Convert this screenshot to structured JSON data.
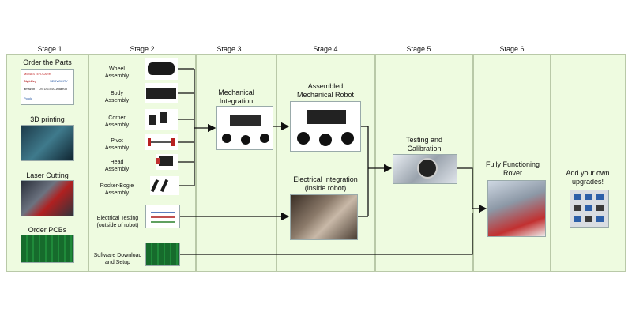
{
  "stages": [
    "Stage 1",
    "Stage 2",
    "Stage 3",
    "Stage 4",
    "Stage 5",
    "Stage 6"
  ],
  "stage1": {
    "order_parts": "Order the Parts",
    "printing": "3D printing",
    "laser": "Laser Cutting",
    "pcbs": "Order PCBs"
  },
  "stage2": {
    "items": [
      [
        "Wheel",
        "Assembly"
      ],
      [
        "Body",
        "Assembly"
      ],
      [
        "Corner",
        "Assembly"
      ],
      [
        "Pivot",
        "Assembly"
      ],
      [
        "Head",
        "Assembly"
      ],
      [
        "Rocker-Bogie",
        "Assembly"
      ]
    ],
    "electrical_testing": [
      "Electrical Testing",
      "(outside of robot)"
    ],
    "software": [
      "Software Download",
      "and Setup"
    ]
  },
  "stage3": {
    "mechanical": [
      "Mechanical",
      "Integration"
    ]
  },
  "stage4": {
    "assembled": [
      "Assembled",
      "Mechanical Robot"
    ],
    "electrical": [
      "Electrical Integration",
      "(inside robot)"
    ]
  },
  "stage5": {
    "testing": [
      "Testing and",
      "Calibration"
    ]
  },
  "stage6": {
    "rover": [
      "Fully Functioning",
      "Rover"
    ]
  },
  "extra": {
    "upgrades": [
      "Add your own",
      "upgrades!"
    ]
  },
  "logo_text": [
    "McMASTER-CARR",
    "Digi-Key",
    "SERVOCITY",
    "amazon",
    "US DIGITAL",
    "Adafruit",
    "Pololu"
  ]
}
